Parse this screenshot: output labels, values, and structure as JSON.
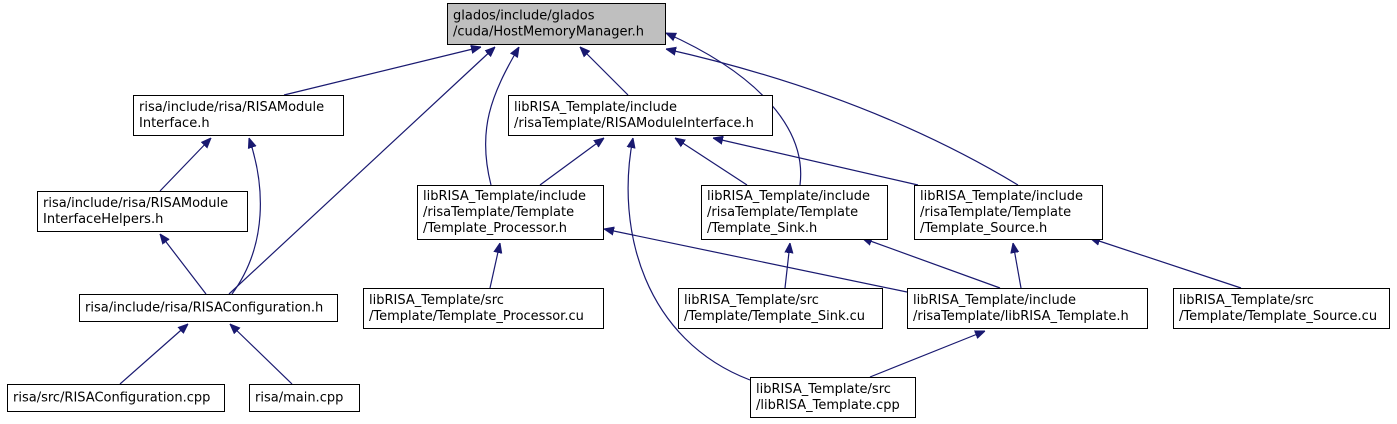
{
  "diagram": {
    "colors": {
      "edge": "#191970",
      "node_border": "#000000",
      "node_fill": "#ffffff",
      "root_fill": "#bfbfbf",
      "text": "#000000"
    },
    "nodes": [
      {
        "id": "hostmem",
        "lines": [
          "glados/include/glados",
          "/cuda/HostMemoryManager.h"
        ],
        "highlighted": true
      },
      {
        "id": "risa_module_if",
        "lines": [
          "risa/include/risa/RISAModule",
          "Interface.h"
        ]
      },
      {
        "id": "tmpl_module_if",
        "lines": [
          "libRISA_Template/include",
          "/risaTemplate/RISAModuleInterface.h"
        ]
      },
      {
        "id": "risa_module_helpers",
        "lines": [
          "risa/include/risa/RISAModule",
          "InterfaceHelpers.h"
        ]
      },
      {
        "id": "tmpl_processor_h",
        "lines": [
          "libRISA_Template/include",
          "/risaTemplate/Template",
          "/Template_Processor.h"
        ]
      },
      {
        "id": "tmpl_sink_h",
        "lines": [
          "libRISA_Template/include",
          "/risaTemplate/Template",
          "/Template_Sink.h"
        ]
      },
      {
        "id": "tmpl_source_h",
        "lines": [
          "libRISA_Template/include",
          "/risaTemplate/Template",
          "/Template_Source.h"
        ]
      },
      {
        "id": "risa_config_h",
        "lines": [
          "risa/include/risa/RISAConfiguration.h"
        ]
      },
      {
        "id": "tmpl_processor_cu",
        "lines": [
          "libRISA_Template/src",
          "/Template/Template_Processor.cu"
        ]
      },
      {
        "id": "tmpl_sink_cu",
        "lines": [
          "libRISA_Template/src",
          "/Template/Template_Sink.cu"
        ]
      },
      {
        "id": "librisa_tmpl_h",
        "lines": [
          "libRISA_Template/include",
          "/risaTemplate/libRISA_Template.h"
        ]
      },
      {
        "id": "tmpl_source_cu",
        "lines": [
          "libRISA_Template/src",
          "/Template/Template_Source.cu"
        ]
      },
      {
        "id": "risa_config_cpp",
        "lines": [
          "risa/src/RISAConfiguration.cpp"
        ]
      },
      {
        "id": "risa_main",
        "lines": [
          "risa/main.cpp"
        ]
      },
      {
        "id": "librisa_tmpl_cpp",
        "lines": [
          "libRISA_Template/src",
          "/libRISA_Template.cpp"
        ]
      }
    ],
    "edges": [
      {
        "from": "risa_module_if",
        "to": "hostmem"
      },
      {
        "from": "risa_config_h",
        "to": "hostmem"
      },
      {
        "from": "tmpl_processor_h",
        "to": "hostmem"
      },
      {
        "from": "tmpl_module_if",
        "to": "hostmem"
      },
      {
        "from": "tmpl_sink_h",
        "to": "hostmem"
      },
      {
        "from": "tmpl_source_h",
        "to": "hostmem"
      },
      {
        "from": "risa_module_helpers",
        "to": "risa_module_if"
      },
      {
        "from": "risa_config_h",
        "to": "risa_module_if"
      },
      {
        "from": "risa_config_h",
        "to": "risa_module_helpers"
      },
      {
        "from": "risa_config_cpp",
        "to": "risa_config_h"
      },
      {
        "from": "risa_main",
        "to": "risa_config_h"
      },
      {
        "from": "tmpl_processor_h",
        "to": "tmpl_module_if"
      },
      {
        "from": "librisa_tmpl_cpp",
        "to": "tmpl_module_if"
      },
      {
        "from": "tmpl_sink_h",
        "to": "tmpl_module_if"
      },
      {
        "from": "tmpl_source_h",
        "to": "tmpl_module_if"
      },
      {
        "from": "tmpl_processor_cu",
        "to": "tmpl_processor_h"
      },
      {
        "from": "librisa_tmpl_h",
        "to": "tmpl_processor_h"
      },
      {
        "from": "tmpl_sink_cu",
        "to": "tmpl_sink_h"
      },
      {
        "from": "librisa_tmpl_h",
        "to": "tmpl_sink_h"
      },
      {
        "from": "librisa_tmpl_h",
        "to": "tmpl_source_h"
      },
      {
        "from": "tmpl_source_cu",
        "to": "tmpl_source_h"
      },
      {
        "from": "librisa_tmpl_cpp",
        "to": "librisa_tmpl_h"
      }
    ]
  }
}
